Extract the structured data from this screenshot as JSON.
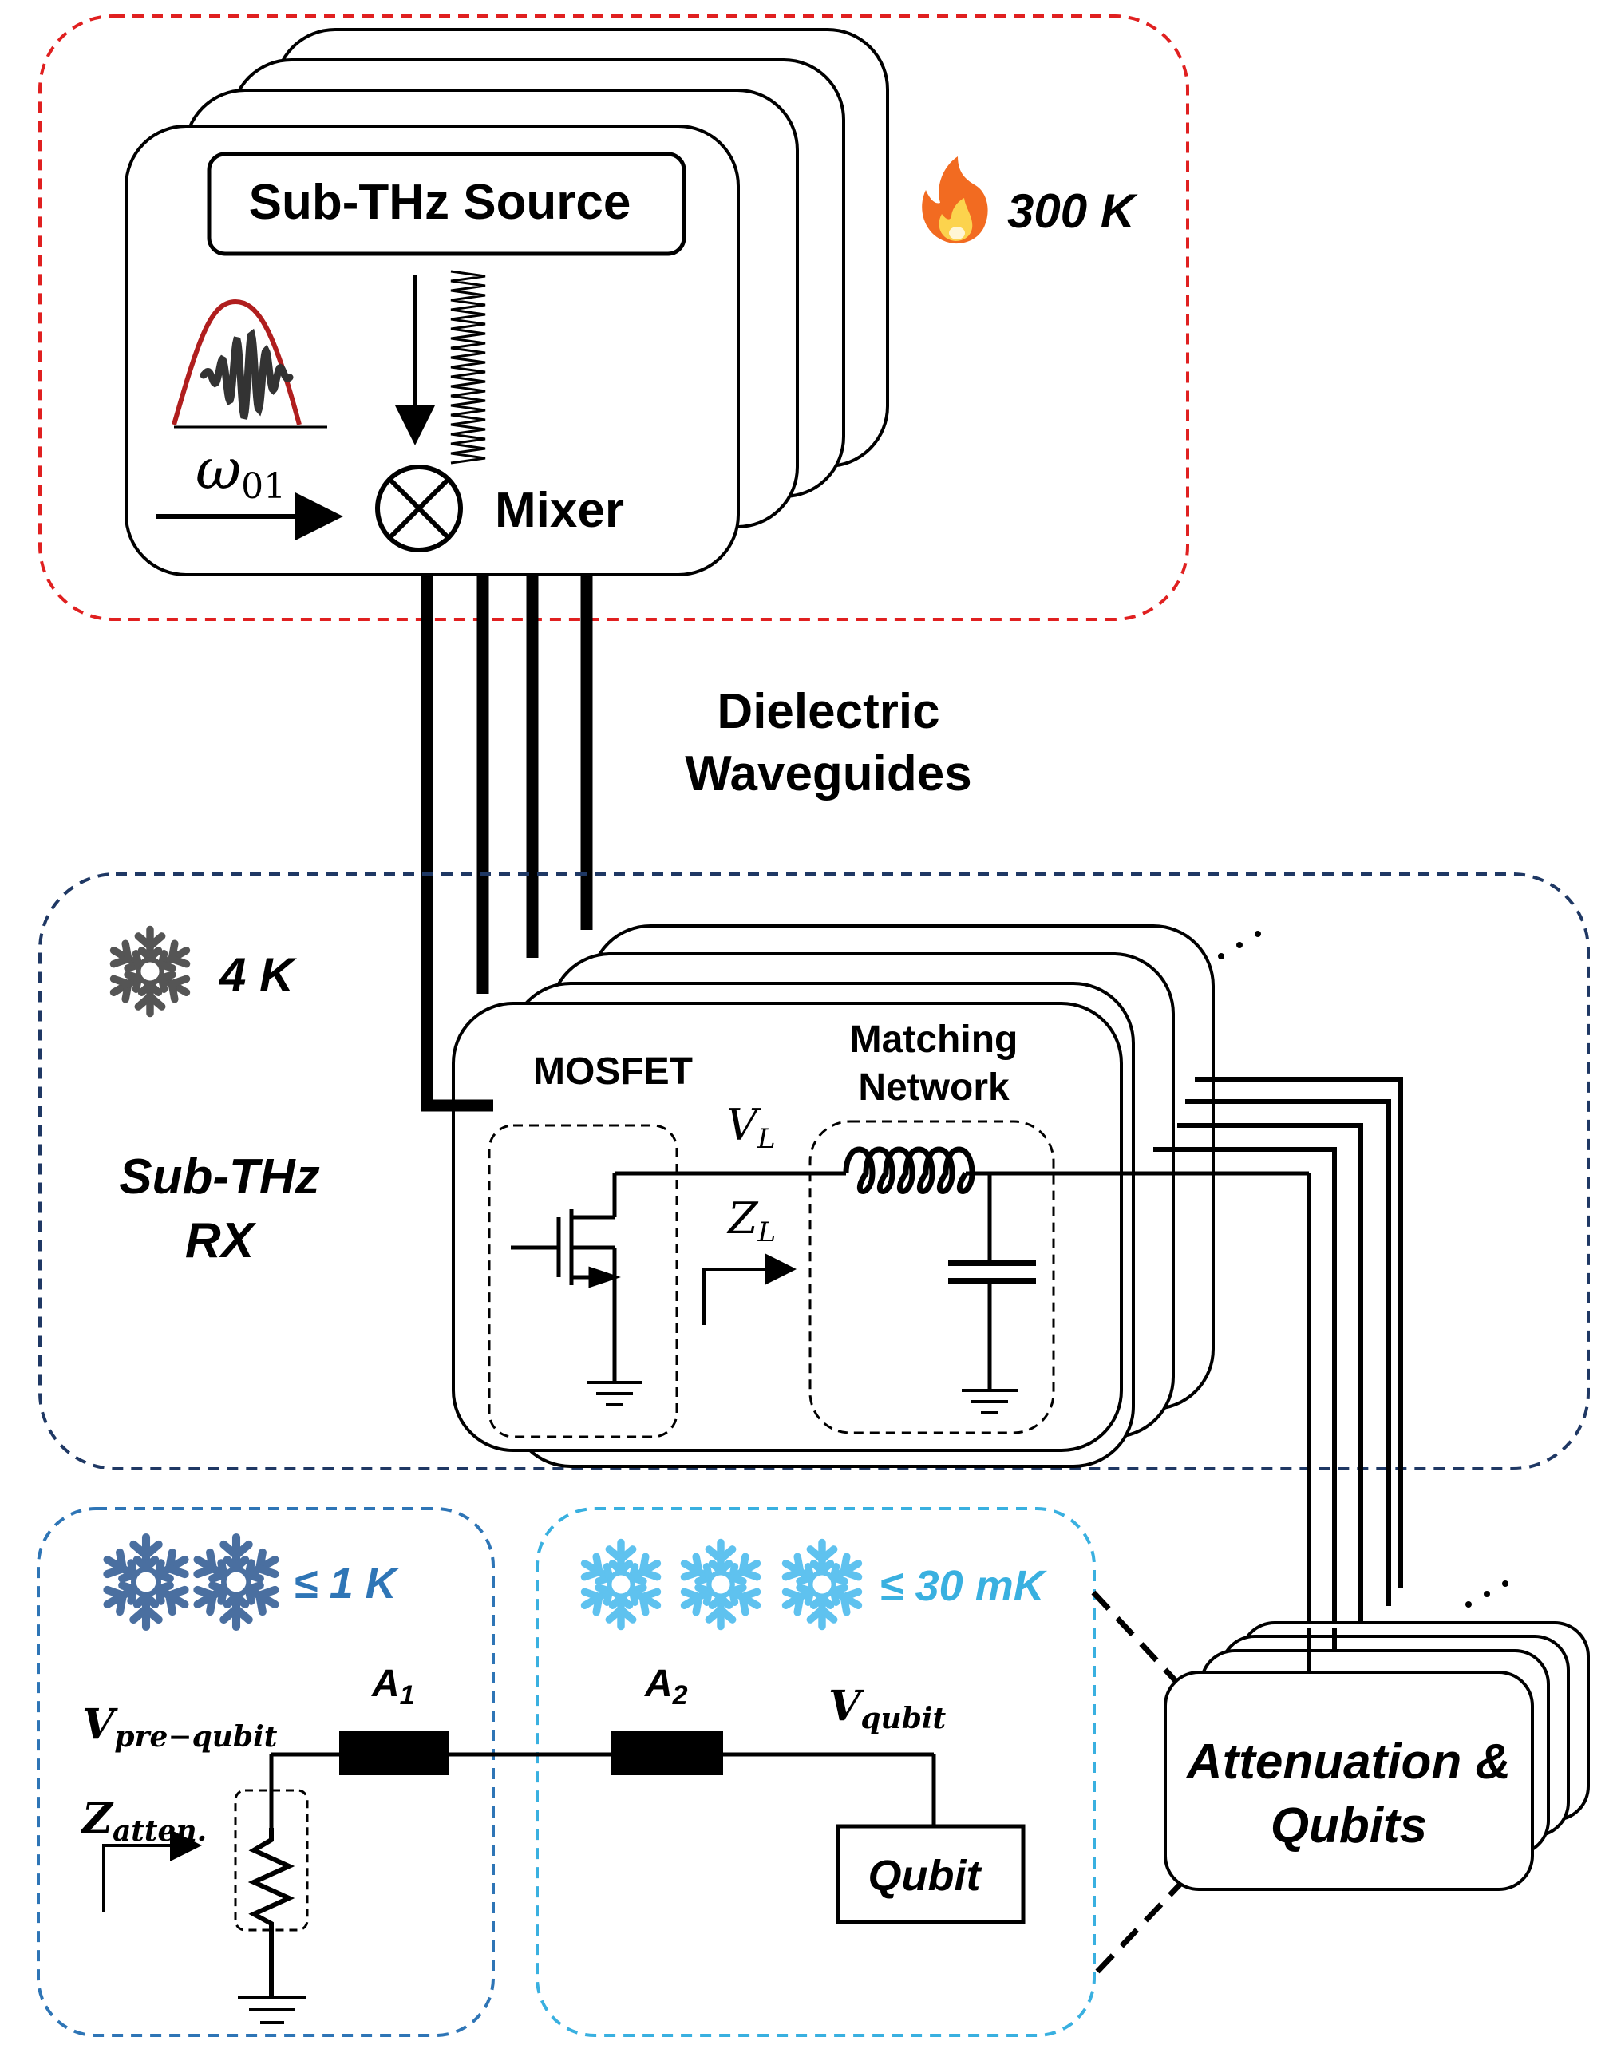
{
  "zones": {
    "room_temp": {
      "temperature": "300 K"
    },
    "k4": {
      "temperature": "4 K",
      "title_line1": "Sub-THz",
      "title_line2": "RX"
    },
    "k1": {
      "temperature": "≤ 1 K"
    },
    "mk30": {
      "temperature": "≤ 30 mK"
    }
  },
  "colors": {
    "room_temp_border": "#e02020",
    "k4_border": "#1f3864",
    "k1_border": "#2e75b6",
    "mk30_border": "#39b0e0",
    "k1_text": "#2e75b6",
    "mk30_text": "#39b0e0"
  },
  "transmitter": {
    "source_label": "Sub-THz Source",
    "mixer_label": "Mixer",
    "omega_symbol": "ω",
    "omega_subscript": "01"
  },
  "waveguide": {
    "line1": "Dielectric",
    "line2": "Waveguides"
  },
  "receiver": {
    "mosfet_label": "MOSFET",
    "matching_line1": "Matching",
    "matching_line2": "Network",
    "vl_symbol": "V",
    "vl_subscript": "L",
    "zl_symbol": "Z",
    "zl_subscript": "L"
  },
  "attenuation": {
    "box_line1": "Attenuation &",
    "box_line2": "Qubits",
    "v_pre_symbol": "V",
    "v_pre_subscript": "pre−qubit",
    "z_atten_symbol": "Z",
    "z_atten_subscript": "atten.",
    "a1_symbol": "A",
    "a1_subscript": "1",
    "a2_symbol": "A",
    "a2_subscript": "2",
    "v_qubit_symbol": "V",
    "v_qubit_subscript": "qubit",
    "qubit_label": "Qubit"
  },
  "icons": [
    "flame-icon",
    "snowflake-icon"
  ]
}
